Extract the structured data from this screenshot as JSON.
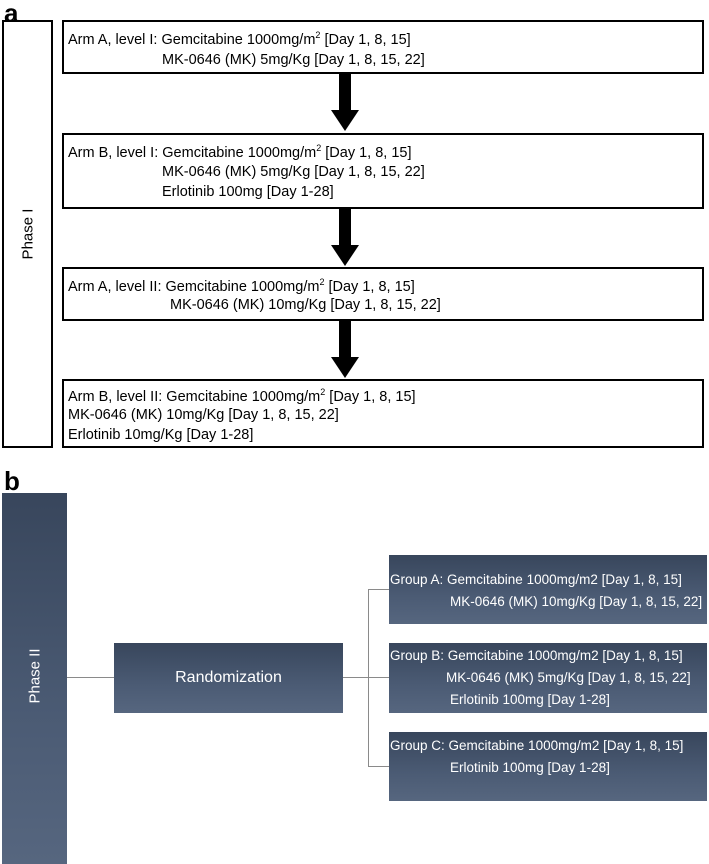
{
  "panel_a": {
    "label": "a",
    "phase_label": "Phase I",
    "boxes": [
      {
        "lines": [
          {
            "text": "Arm A, level I: Gemcitabine 1000mg/m",
            "sup": "2",
            "tail": " [Day 1, 8, 15]"
          },
          {
            "text": "MK-0646 (MK) 5mg/Kg [Day 1, 8, 15, 22]"
          }
        ]
      },
      {
        "lines": [
          {
            "text": "Arm B, level I: Gemcitabine 1000mg/m",
            "sup": "2",
            "tail": " [Day 1, 8, 15]"
          },
          {
            "text": "MK-0646 (MK) 5mg/Kg [Day 1, 8, 15, 22]"
          },
          {
            "text": "Erlotinib 100mg [Day 1-28]"
          }
        ]
      },
      {
        "lines": [
          {
            "text": "Arm A, level II: Gemcitabine 1000mg/m",
            "sup": "2",
            "tail": " [Day 1, 8, 15]"
          },
          {
            "text": "MK-0646 (MK) 10mg/Kg [Day 1, 8, 15, 22]"
          }
        ]
      },
      {
        "lines": [
          {
            "text": "Arm B, level II: Gemcitabine 1000mg/m",
            "sup": "2",
            "tail": " [Day 1, 8, 15]"
          },
          {
            "text": "MK-0646 (MK) 10mg/Kg [Day 1, 8, 15, 22]"
          },
          {
            "text": "Erlotinib 10mg/Kg [Day 1-28]"
          }
        ]
      }
    ]
  },
  "panel_b": {
    "label": "b",
    "phase_label": "Phase II",
    "randomization_label": "Randomization",
    "groups": [
      {
        "lines": [
          "Group A: Gemcitabine 1000mg/m2 [Day 1, 8, 15]",
          "MK-0646 (MK) 10mg/Kg [Day 1, 8, 15, 22]"
        ]
      },
      {
        "lines": [
          "Group B: Gemcitabine 1000mg/m2 [Day 1, 8, 15]",
          "MK-0646 (MK) 5mg/Kg [Day 1, 8, 15, 22]",
          "Erlotinib 100mg [Day 1-28]"
        ]
      },
      {
        "lines": [
          "Group C: Gemcitabine 1000mg/m2 [Day 1, 8, 15]",
          "Erlotinib 100mg [Day 1-28]"
        ]
      }
    ]
  }
}
